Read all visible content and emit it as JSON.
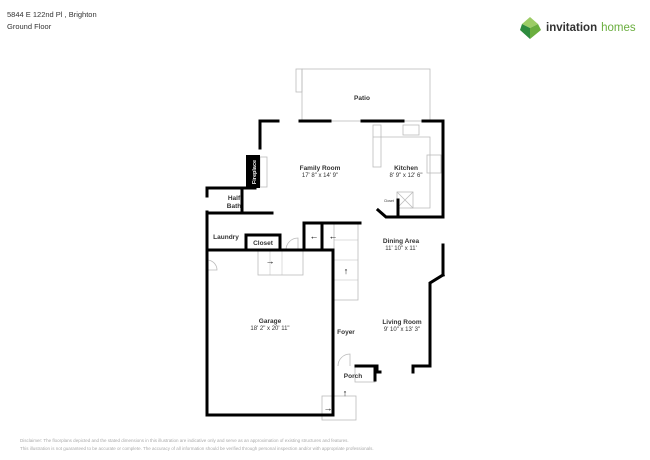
{
  "header": {
    "address": "5844 E 122nd Pl , Brighton",
    "floor": "Ground Floor"
  },
  "logo": {
    "word1": "invitation",
    "word2": "homes",
    "colors": [
      "#6aae3e",
      "#2e8b3e",
      "#9ccc65"
    ]
  },
  "rooms": {
    "patio": {
      "name": "Patio"
    },
    "family": {
      "name": "Family Room",
      "dim": "17' 8\" x 14' 9\""
    },
    "kitchen": {
      "name": "Kitchen",
      "dim": "8' 9\" x 12' 6\""
    },
    "fireplace": {
      "name": "Fireplace"
    },
    "halfbath": {
      "name1": "Half",
      "name2": "Bath"
    },
    "laundry": {
      "name": "Laundry"
    },
    "closet": {
      "name": "Closet"
    },
    "kcloset": {
      "name": "Closet"
    },
    "dining": {
      "name": "Dining Area",
      "dim": "11' 10\" x 11'"
    },
    "garage": {
      "name": "Garage",
      "dim": "18' 2\" x 20' 11\""
    },
    "foyer": {
      "name": "Foyer"
    },
    "living": {
      "name": "Living Room",
      "dim": "9' 10\" x 13' 3\""
    },
    "porch": {
      "name": "Porch"
    }
  },
  "disclaimer": {
    "line1": "Disclaimer: The floorplans depicted and the stated dimensions in this illustration are indicative only and serve as an approximation of existing structures and features.",
    "line2": "This illustration is not guaranteed to be accurate or complete. The accuracy of all information should be verified through personal inspection and/or with appropriate professionals."
  }
}
